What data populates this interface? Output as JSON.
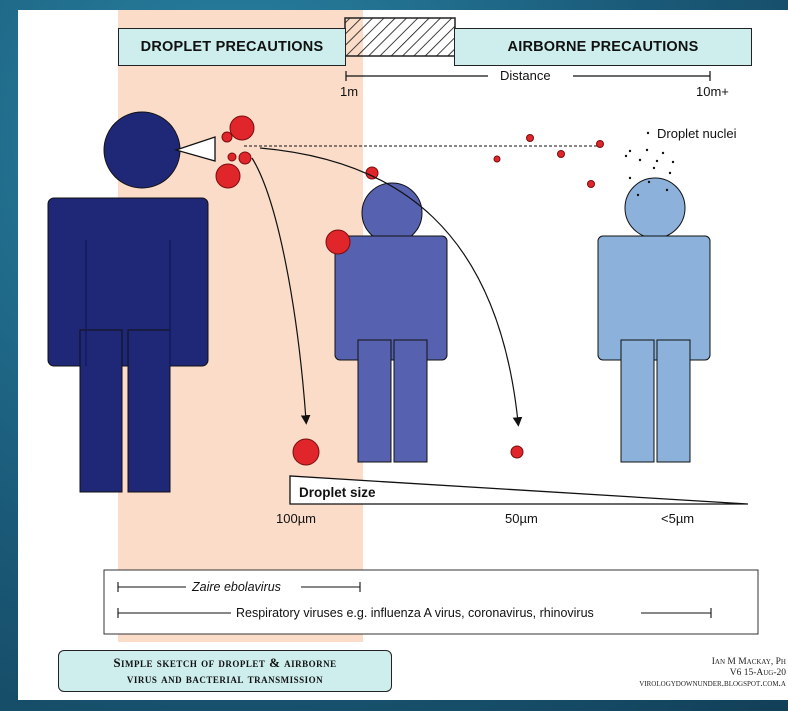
{
  "banners": {
    "droplet": "DROPLET PRECAUTIONS",
    "airborne": "AIRBORNE PRECAUTIONS"
  },
  "distance": {
    "label": "Distance",
    "start": "1m",
    "end": "10m+"
  },
  "droplet_nuclei_label": "Droplet nuclei",
  "droplet_size": {
    "label": "Droplet size",
    "sizes": [
      "100µm",
      "50µm",
      "<5µm"
    ]
  },
  "virus_ranges": {
    "zaire": "Zaire ebolavirus",
    "respiratory": "Respiratory viruses e.g. influenza A virus, coronavirus, rhinovirus"
  },
  "title": {
    "line1": "Simple sketch of droplet & airborne",
    "line2": "virus and bacterial transmission"
  },
  "credit": {
    "line1": "Ian M Mackay, Ph",
    "line2": "V6 15-Aug-20",
    "line3": "virologydownunder.blogspot.com.a"
  },
  "colors": {
    "droplet_zone": "#fadcc9",
    "banner": "#cdeeed",
    "person_near": "#1f2876",
    "person_mid": "#5661b0",
    "person_far": "#8cb2dc",
    "droplet": "#e0262b"
  }
}
